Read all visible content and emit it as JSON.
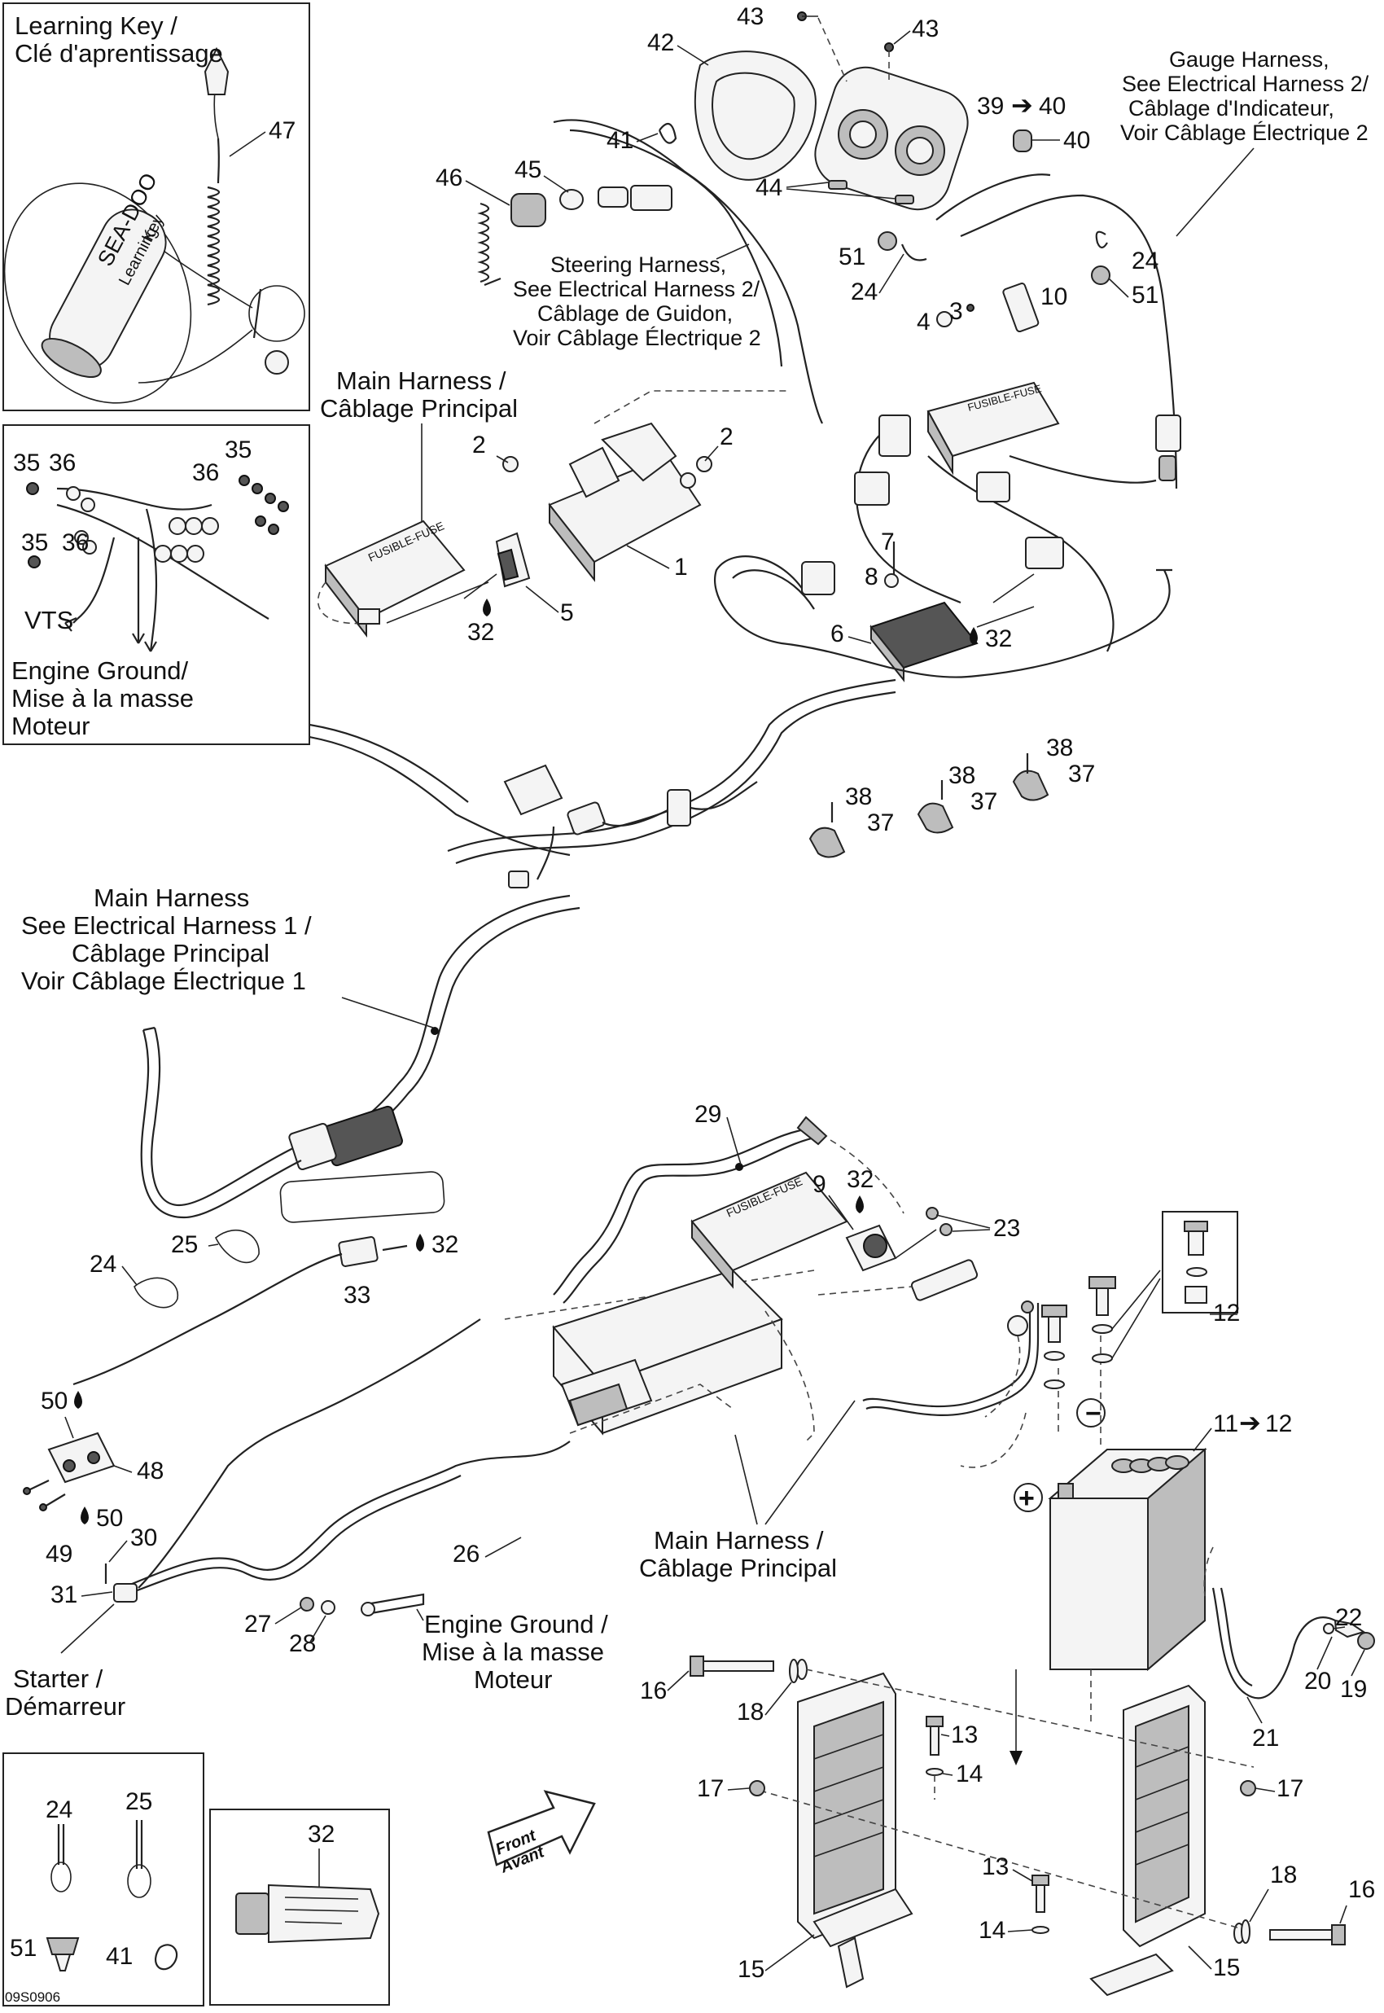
{
  "figure_code": "09S0906",
  "captions": {
    "learning_key": [
      "Learning Key /",
      "Clé d'aprentissage"
    ],
    "main_harness_top": [
      "Main Harness /",
      "Câblage Principal"
    ],
    "steering_harness": [
      "Steering Harness,",
      "See Electrical Harness 2/",
      "Câblage de Guidon,",
      "Voir Câblage Électrique 2"
    ],
    "gauge_harness": [
      "Gauge Harness,",
      "See Electrical Harness 2/",
      "Câblage d'Indicateur,",
      "Voir Câblage Électrique 2"
    ],
    "vts": "VTS",
    "engine_ground_inset": [
      "Engine Ground/",
      "Mise à la masse",
      "Moteur"
    ],
    "main_harness_mid": [
      "Main Harness",
      "See Electrical Harness 1 /",
      "Câblage Principal",
      "Voir Câblage Électrique 1"
    ],
    "main_harness_bottom": [
      "Main Harness /",
      "Câblage Principal"
    ],
    "engine_ground_bottom": [
      "Engine Ground /",
      "Mise à la masse",
      "Moteur"
    ],
    "starter": [
      "Starter /",
      "Démarreur"
    ],
    "front": [
      "Front",
      "Avant"
    ],
    "learning_key_text": [
      "SEA-DOO",
      "Learning",
      "Key"
    ],
    "fusible_fuse": "FUSIBLE-FUSE"
  },
  "callouts": {
    "n1": "1",
    "n2a": "2",
    "n2b": "2",
    "n3": "3",
    "n4": "4",
    "n5": "5",
    "n6": "6",
    "n7": "7",
    "n8": "8",
    "n9": "9",
    "n10": "10",
    "n11": "11",
    "n11to12": "12",
    "n12": "12",
    "n13a": "13",
    "n13b": "13",
    "n14a": "14",
    "n14b": "14",
    "n15a": "15",
    "n15b": "15",
    "n16a": "16",
    "n16b": "16",
    "n17a": "17",
    "n17b": "17",
    "n18a": "18",
    "n18b": "18",
    "n19": "19",
    "n20": "20",
    "n21": "21",
    "n22": "22",
    "n23": "23",
    "n24a": "24",
    "n24b": "24",
    "n24c": "24",
    "n24d": "24",
    "n25a": "25",
    "n25b": "25",
    "n26": "26",
    "n27": "27",
    "n28": "28",
    "n29": "29",
    "n30": "30",
    "n31": "31",
    "n32a": "32",
    "n32b": "32",
    "n32c": "32",
    "n32d": "32",
    "n32e": "32",
    "n33": "33",
    "n35a": "35",
    "n35b": "35",
    "n35c": "35",
    "n36a": "36",
    "n36b": "36",
    "n36c": "36",
    "n37a": "37",
    "n37b": "37",
    "n37c": "37",
    "n38a": "38",
    "n38b": "38",
    "n38c": "38",
    "n39": "39",
    "n39to40": "40",
    "n40": "40",
    "n41a": "41",
    "n41b": "41",
    "n42": "42",
    "n43a": "43",
    "n43b": "43",
    "n44": "44",
    "n45": "45",
    "n46": "46",
    "n47": "47",
    "n48": "48",
    "n49": "49",
    "n50a": "50",
    "n50b": "50",
    "n51a": "51",
    "n51b": "51",
    "n51c": "51"
  },
  "battery_symbols": {
    "minus": "−",
    "plus": "+"
  }
}
